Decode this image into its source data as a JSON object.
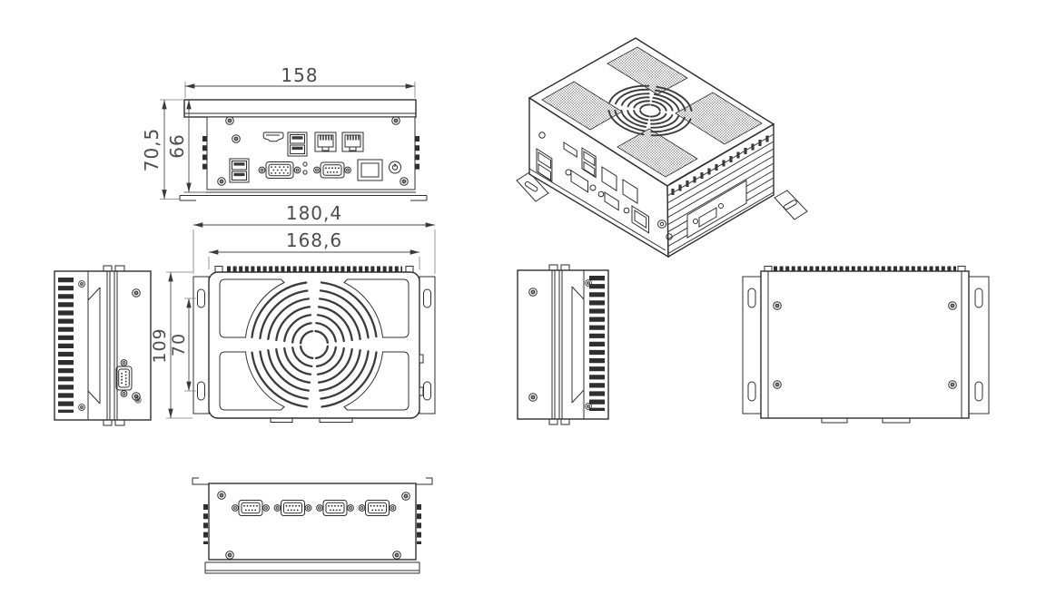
{
  "drawing": {
    "background": "#ffffff",
    "line_color": "#2f2f2f",
    "dimension_color": "#4d4d4d",
    "dimensions": {
      "front_width": "158",
      "front_total_height": "70,5",
      "front_body_height": "66",
      "top_total_width": "180,4",
      "top_body_width": "168,6",
      "top_depth": "109",
      "mount_slot_spacing": "70"
    }
  }
}
